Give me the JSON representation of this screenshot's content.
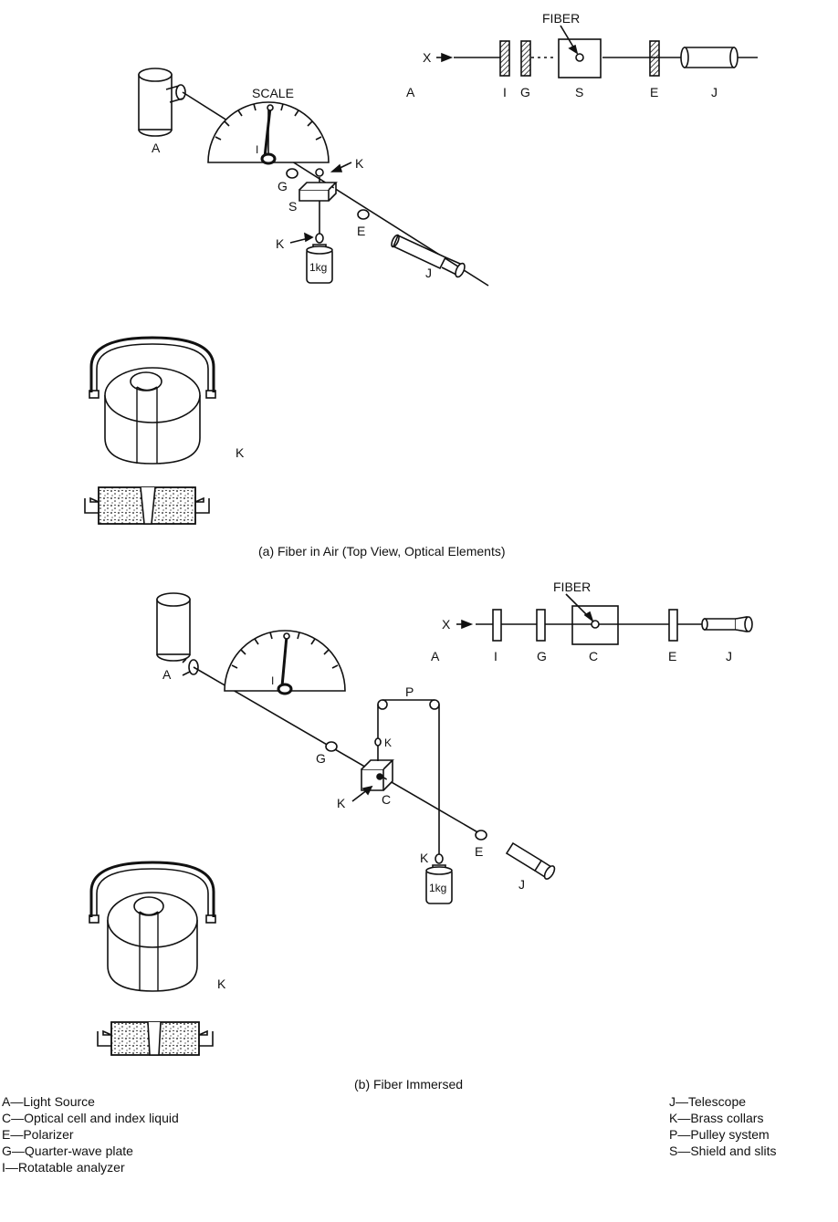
{
  "labels": {
    "A": "A",
    "C": "C",
    "E": "E",
    "G": "G",
    "I": "I",
    "J": "J",
    "K": "K",
    "P": "P",
    "S": "S",
    "X": "X",
    "scale": "SCALE",
    "fiber": "FIBER",
    "weight": "1kg"
  },
  "captions": {
    "a": "(a) Fiber in Air (Top View, Optical Elements)",
    "b": "(b) Fiber Immersed"
  },
  "legend": {
    "left": [
      "A—Light Source",
      "C—Optical cell and index liquid",
      "E—Polarizer",
      "G—Quarter-wave plate",
      "I—Rotatable analyzer"
    ],
    "right": [
      "J—Telescope",
      "K—Brass collars",
      "P—Pulley system",
      "S—Shield and slits"
    ]
  }
}
